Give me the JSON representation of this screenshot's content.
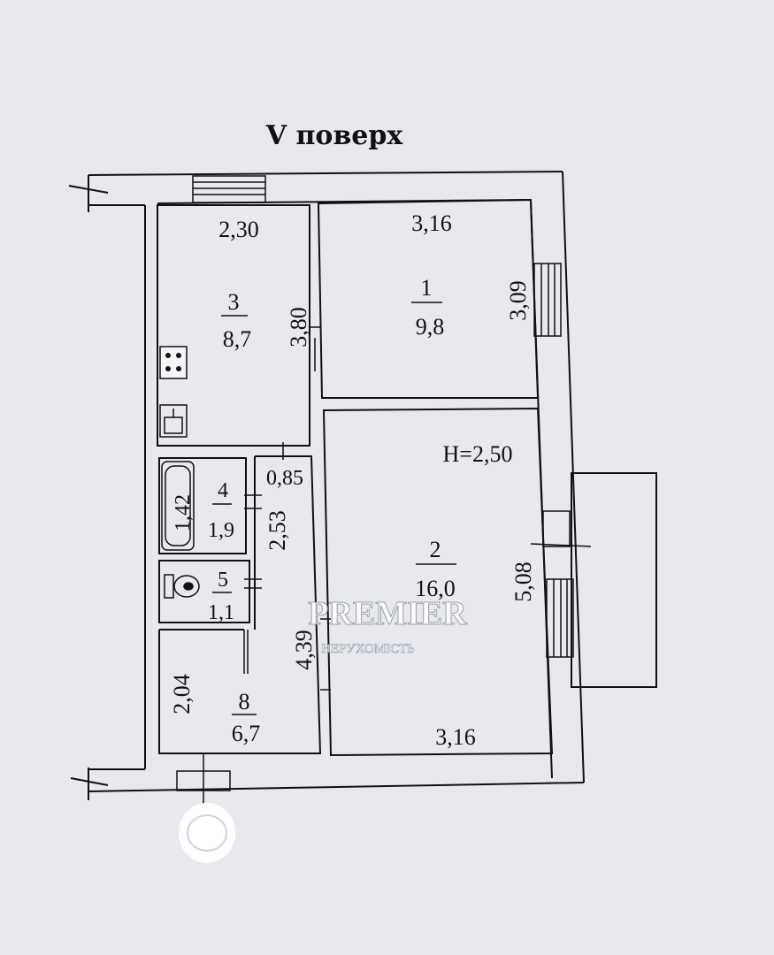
{
  "title": "V поверх",
  "rooms": [
    {
      "id": "1",
      "area": "9,8",
      "width": "3,16",
      "height": "3,09"
    },
    {
      "id": "2",
      "area": "16,0",
      "width": "3,16",
      "height": "5,08"
    },
    {
      "id": "3",
      "area": "8,7",
      "width": "2,30",
      "height": "3,80"
    },
    {
      "id": "4",
      "area": "1,9",
      "width": "1,42"
    },
    {
      "id": "5",
      "area": "1,1"
    },
    {
      "id": "8",
      "area": "6,7",
      "width": "2,04",
      "height": "4,39"
    }
  ],
  "dimensions": {
    "corridor_width": "0,85",
    "corridor_length": "2,53",
    "ceiling_height": "H=2,50"
  },
  "watermark": {
    "brand": "PREMIER",
    "subtitle": "НЕРУХОМІСТЬ"
  },
  "colors": {
    "paper": "#e7e9ee",
    "ink": "#111111"
  }
}
